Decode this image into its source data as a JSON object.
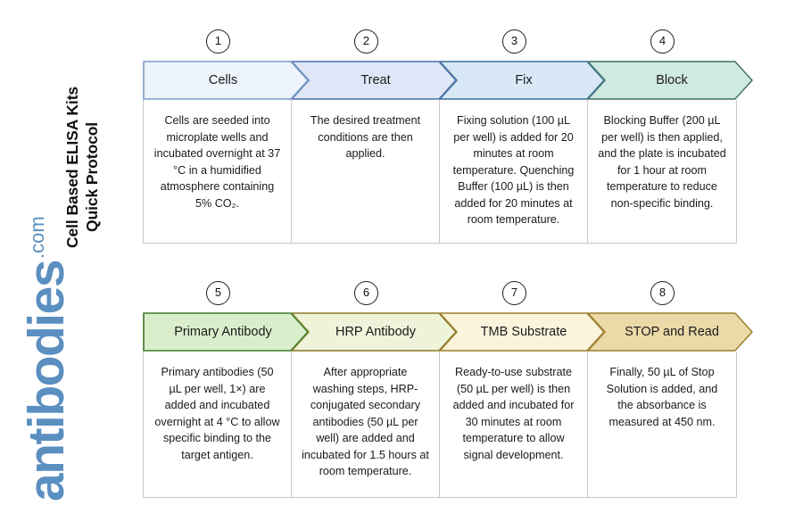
{
  "branding": {
    "title_line1": "Cell Based ELISA Kits",
    "title_line2": "Quick Protocol",
    "logo_word": "antibodies",
    "logo_tld": ".com",
    "logo_color": "#5b8fc0"
  },
  "rows": [
    {
      "steps": [
        {
          "number": "1",
          "label": "Cells",
          "description": "Cells are seeded into microplate wells and incubated overnight at 37 °C in a humidified atmosphere containing 5% CO₂.",
          "fill": "#eef4fb",
          "stroke": "#7a9cc6"
        },
        {
          "number": "2",
          "label": "Treat",
          "description": "The desired treatment conditions are then applied.",
          "fill": "#dde7f7",
          "stroke": "#4b6ea8"
        },
        {
          "number": "3",
          "label": "Fix",
          "description": "Fixing solution (100 µL per well) is added for 20 minutes at room temperature. Quenching Buffer (100 µL) is then added for 20 minutes at room temperature.",
          "fill": "#d8e8f6",
          "stroke": "#3c6e94"
        },
        {
          "number": "4",
          "label": "Block",
          "description": "Blocking Buffer (200 µL per well) is then applied, and the plate is incubated for 1 hour at room temperature to reduce non-specific binding.",
          "fill": "#cfeae0",
          "stroke": "#3d6f63"
        }
      ]
    },
    {
      "steps": [
        {
          "number": "5",
          "label": "Primary Antibody",
          "description": "Primary antibodies (50 µL per well, 1×) are added and incubated overnight at 4 °C to allow specific binding to the target antigen.",
          "fill": "#daeecb",
          "stroke": "#3d7a27"
        },
        {
          "number": "6",
          "label": "HRP Antibody",
          "description": "After appropriate washing steps, HRP-conjugated secondary antibodies (50 µL per well) are added and incubated for 1.5 hours at room temperature.",
          "fill": "#eef4da",
          "stroke": "#8a7a24"
        },
        {
          "number": "7",
          "label": "TMB Substrate",
          "description": "Ready-to-use substrate (50 µL per well) is then added and incubated for 30 minutes at room temperature to allow signal development.",
          "fill": "#faf4dc",
          "stroke": "#9a7b28"
        },
        {
          "number": "8",
          "label": "STOP and Read",
          "description": "Finally, 50 µL of Stop Solution is added, and the absorbance is measured at 450 nm.",
          "fill": "#ecd9a8",
          "stroke": "#9a7b28"
        }
      ]
    }
  ]
}
